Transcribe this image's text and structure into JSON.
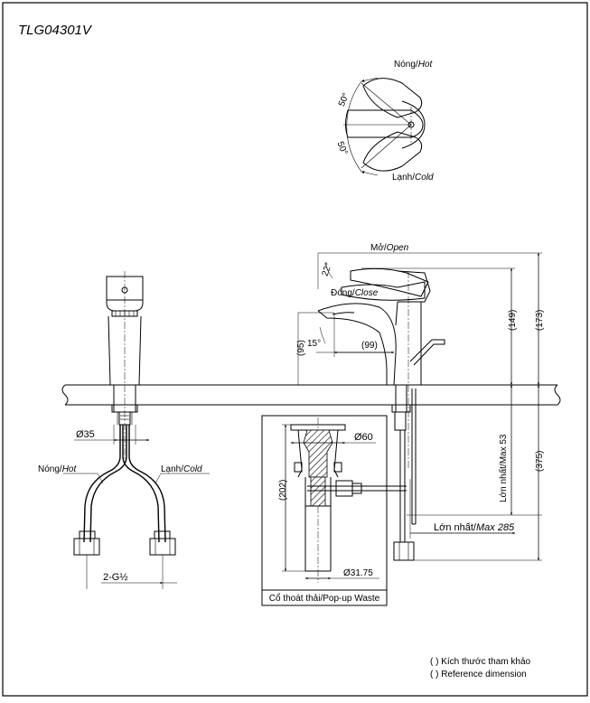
{
  "title": "TLG04301V",
  "top_view": {
    "hot_vn": "Nóng/",
    "hot_en": "Hot",
    "cold_vn": "Lạnh/",
    "cold_en": "Cold",
    "angle_hot": "50°",
    "angle_cold": "50°"
  },
  "side_view": {
    "open_vn": "Mở/",
    "open_en": "Open",
    "close_vn": "Đóng/",
    "close_en": "Close",
    "angle_open": "22°",
    "angle_spout": "15°",
    "dim_reach": "(99)",
    "dim_spout_height": "(95)",
    "dim_149": "(149)",
    "dim_173": "(173)",
    "dim_375": "(375)",
    "max_53": "Lớn nhất/Max 53",
    "max_285_vn": "Lớn nhất/",
    "max_285_en": "Max 285"
  },
  "front_view": {
    "dia_35": "Ø35",
    "hot_vn": "Nóng/",
    "hot_en": "Hot",
    "cold_vn": "Lạnh/",
    "cold_en": "Cold",
    "thread": "2-G½"
  },
  "waste": {
    "dia_60": "Ø60",
    "dim_202": "(202)",
    "dia_31": "Ø31.75",
    "caption": "Cổ thoát thải/Pop-up Waste"
  },
  "notes": {
    "line1": "( ) Kích thước tham khảo",
    "line2": "( ) Reference dimension"
  }
}
